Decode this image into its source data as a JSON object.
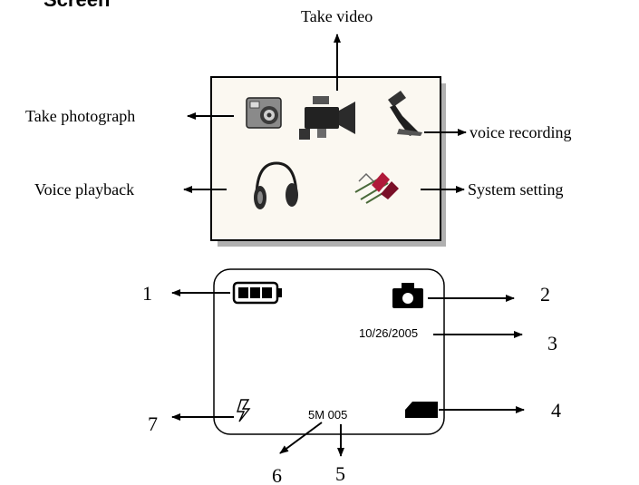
{
  "header": {
    "title_fragment": "Screen"
  },
  "menu_diagram": {
    "labels": {
      "take_video": "Take video",
      "take_photograph": "Take photograph",
      "voice_recording": "voice recording",
      "voice_playback": "Voice playback",
      "system_setting": "System setting"
    },
    "icons": [
      "camera-icon",
      "video-camera-icon",
      "microphone-icon",
      "headphones-icon",
      "settings-icon"
    ]
  },
  "status_diagram": {
    "date": "10/26/2005",
    "resolution_count": "5M 005",
    "callouts": {
      "battery": "1",
      "mode": "2",
      "date": "3",
      "memory": "4",
      "count": "5",
      "resolution": "6",
      "flash": "7"
    }
  },
  "colors": {
    "ink": "#000000",
    "frame_shadow": "#b0b0b0",
    "panel_fill": "#fbf8f1",
    "accent_red": "#b01a3a"
  }
}
